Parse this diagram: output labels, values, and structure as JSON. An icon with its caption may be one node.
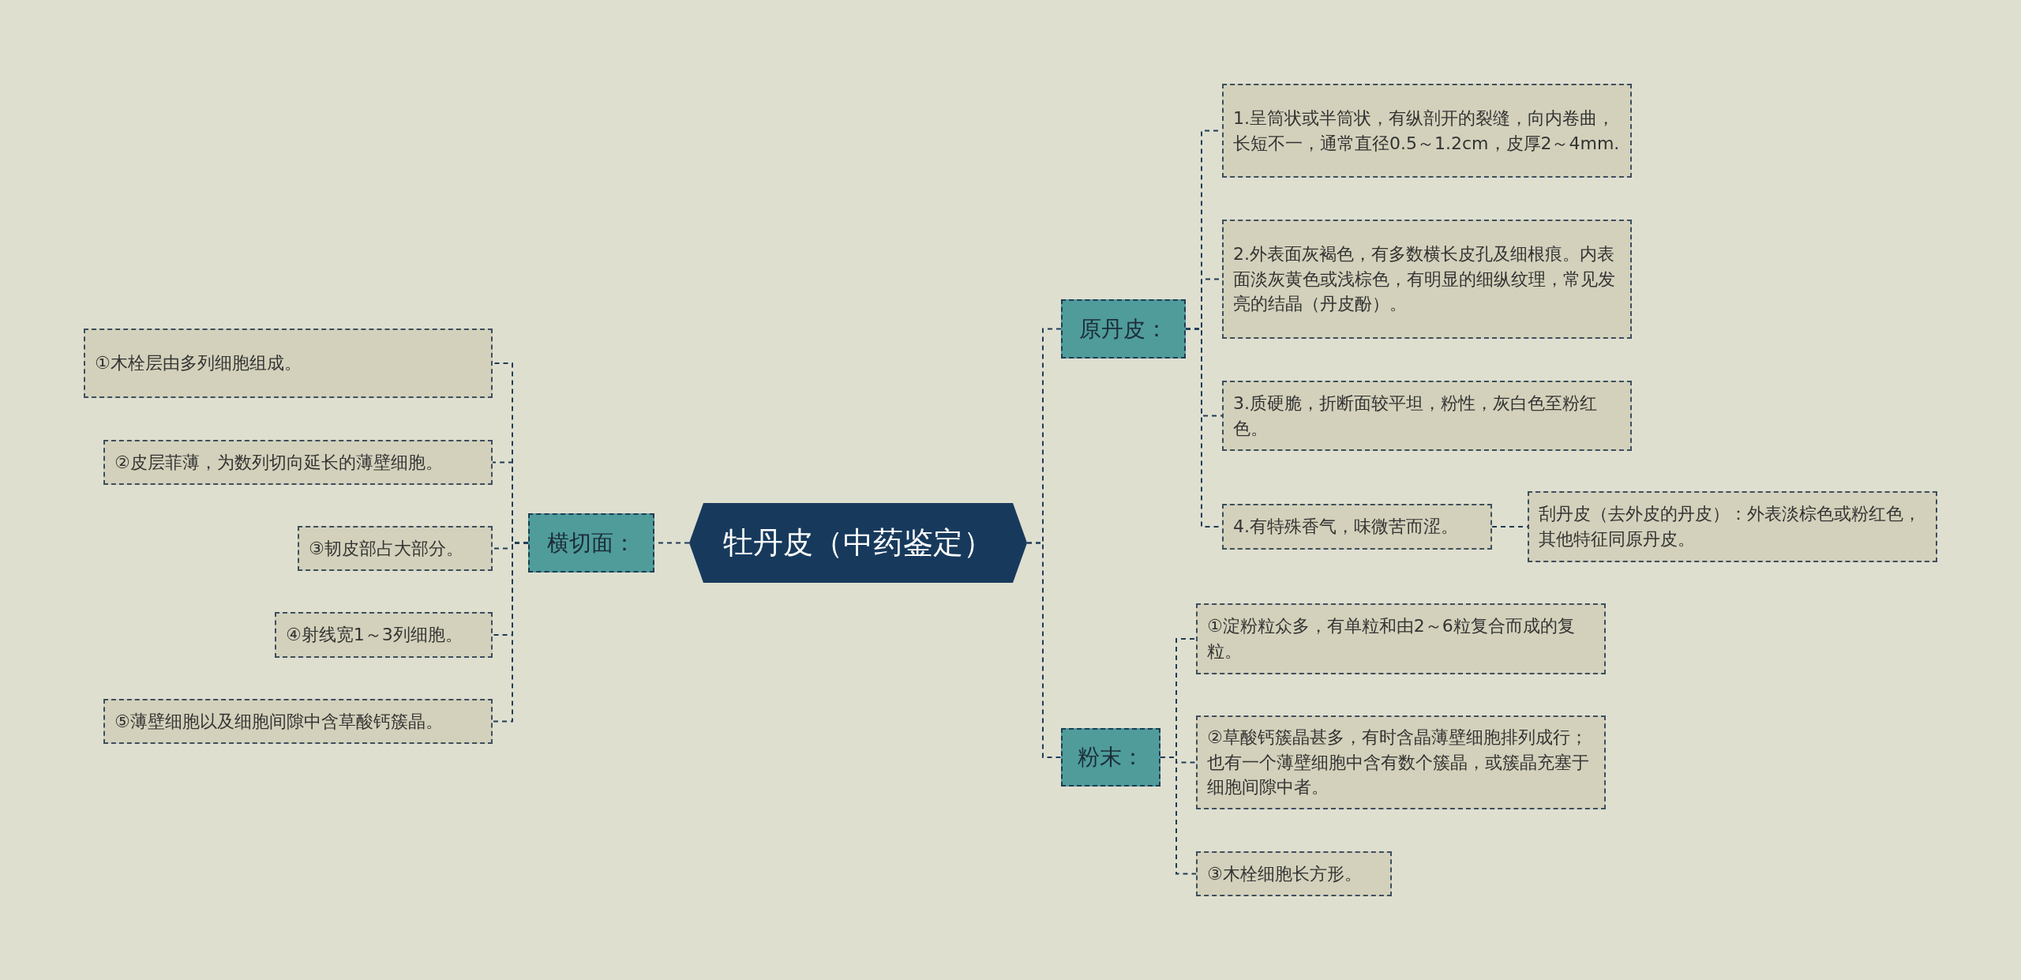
{
  "diagram": {
    "nodes": [
      {
        "text": [
          "牡丹皮（中药鉴定）"
        ]
      },
      {
        "text": [
          "横切面："
        ]
      },
      {
        "text": [
          "①木栓层由多列细胞组成。"
        ]
      },
      {
        "text": [
          "②皮层菲薄，为数列切向延长的薄壁细胞。"
        ]
      },
      {
        "text": [
          "③韧皮部占大部分。"
        ]
      },
      {
        "text": [
          "④射线宽1～3列细胞。"
        ]
      },
      {
        "text": [
          "⑤薄壁细胞以及细胞间隙中含草酸钙簇晶。"
        ]
      },
      {
        "text": [
          "原丹皮："
        ]
      },
      {
        "text": [
          "1.呈筒状或半筒状，有纵剖开的裂缝，向内卷曲，长短不一，通常直径0.5～1.2cm，皮厚2～4mm."
        ]
      },
      {
        "text": [
          "2.外表面灰褐色，有多数横长皮孔及细根痕。内表面淡灰黄色或浅棕色，有明显的细纵纹理，常见发亮的结晶（丹皮酚）。"
        ]
      },
      {
        "text": [
          "3.质硬脆，折断面较平坦，粉性，灰白色至粉红色。"
        ]
      },
      {
        "text": [
          "4.有特殊香气，味微苦而涩。"
        ]
      },
      {
        "text": [
          "刮丹皮（去外皮的丹皮）：外表淡棕色或粉红色，其他特征同原丹皮。"
        ]
      },
      {
        "text": [
          "粉末："
        ]
      },
      {
        "text": [
          "①淀粉粒众多，有单粒和由2～6粒复合而成的复粒。"
        ]
      },
      {
        "text": [
          "②草酸钙簇晶甚多，有时含晶薄壁细胞排列成行；也有一个薄壁细胞中含有数个簇晶，或簇晶充塞于细胞间隙中者。"
        ]
      },
      {
        "text": [
          "③木栓细胞长方形。"
        ]
      }
    ],
    "edges": [
      {
        "from": 0,
        "to": 1,
        "arrow": "none"
      },
      {
        "from": 1,
        "to": 2,
        "arrow": "none"
      },
      {
        "from": 1,
        "to": 3,
        "arrow": "none"
      },
      {
        "from": 1,
        "to": 4,
        "arrow": "none"
      },
      {
        "from": 1,
        "to": 5,
        "arrow": "none"
      },
      {
        "from": 1,
        "to": 6,
        "arrow": "none"
      },
      {
        "from": 0,
        "to": 7,
        "arrow": "none"
      },
      {
        "from": 7,
        "to": 8,
        "arrow": "none"
      },
      {
        "from": 7,
        "to": 9,
        "arrow": "none"
      },
      {
        "from": 7,
        "to": 10,
        "arrow": "none"
      },
      {
        "from": 7,
        "to": 11,
        "arrow": "none"
      },
      {
        "from": 11,
        "to": 12,
        "arrow": "none"
      },
      {
        "from": 0,
        "to": 13,
        "arrow": "none"
      },
      {
        "from": 13,
        "to": 14,
        "arrow": "none"
      },
      {
        "from": 13,
        "to": 15,
        "arrow": "none"
      },
      {
        "from": 13,
        "to": 16,
        "arrow": "none"
      }
    ]
  }
}
